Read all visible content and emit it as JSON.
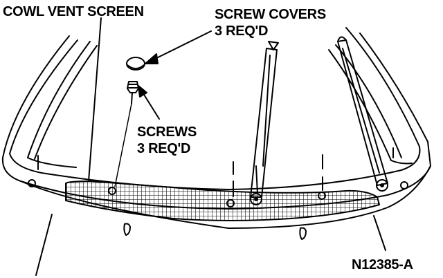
{
  "labels": {
    "cowl_vent_screen": "COWL VENT SCREEN",
    "screw_covers_line1": "SCREW COVERS",
    "screw_covers_line2": "3 REQ'D",
    "screws_line1": "SCREWS",
    "screws_line2": "3 REQ'D",
    "figure_id": "N12385-A"
  },
  "colors": {
    "ink": "#000000",
    "paper": "#ffffff"
  }
}
